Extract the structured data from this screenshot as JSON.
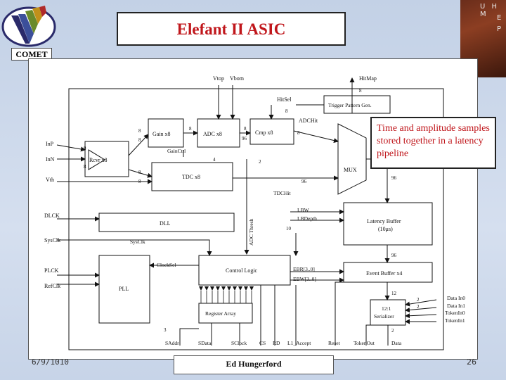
{
  "header": {
    "title": "Elefant II ASIC",
    "badge": "COMET",
    "org_letters": [
      "U H M",
      "E",
      "P"
    ]
  },
  "callout": {
    "text": "Time and amplitude samples stored together in a latency pipeline"
  },
  "footer": {
    "date": "6/9/1010",
    "author": "Ed Hungerford",
    "page": "26"
  },
  "diagram": {
    "blocks": {
      "rcvr": "Rcvr x8",
      "gain": "Gain x8",
      "adc": "ADC x8",
      "cmp": "Cmp x8",
      "trigger": "Trigger Pattern Gen.",
      "tdc": "TDC x8",
      "mux": "MUX",
      "dll": "DLL",
      "latency": "Latency Buffer",
      "latency_sub": "(10μs)",
      "control": "Control Logic",
      "event": "Event Buffer x4",
      "pll": "PLL",
      "register": "Register Array",
      "serializer": "12:1",
      "serializer_sub": "Serializer"
    },
    "inputs": {
      "inp": "InP",
      "inn": "InN",
      "vth": "Vth",
      "dlck": "DLCK",
      "sysclk": "SysClk",
      "plck": "PLCK",
      "refclk": "RefClk"
    },
    "top_labels": {
      "vtop": "Vtop",
      "vbom": "Vbom",
      "hitmap": "HitMap",
      "hitsel": "HitSel",
      "adchit": "ADCHit"
    },
    "signals": {
      "gainctrl": "GainCtrl",
      "tdchit": "TDCHit",
      "lbw": "LBW",
      "lbdepth": "LBDepth",
      "adc_thresh": "ADC Thresh",
      "sysclk_int": "SysClk",
      "clocksel": "ClockSel",
      "ebr": "EBR[3..0]",
      "ebw": "EBW[3..0]"
    },
    "outputs": {
      "data_in0": "Data In0",
      "data_in1": "Data In1",
      "token_in0": "TokenIn0",
      "token_in1": "TokenIn1"
    },
    "bottom_labels": {
      "saddr": "SAddr",
      "sdata": "SData",
      "sclock": "SClock",
      "cs": "CS",
      "rd": "RD",
      "l1_accept": "L1_Accept",
      "reset": "Reset",
      "tokenout": "TokenOut",
      "data": "Data"
    },
    "bus_widths": {
      "w8": "8",
      "w96": "96",
      "w4": "4",
      "w2": "2",
      "w10": "10",
      "w12": "12",
      "w3": "3"
    }
  }
}
